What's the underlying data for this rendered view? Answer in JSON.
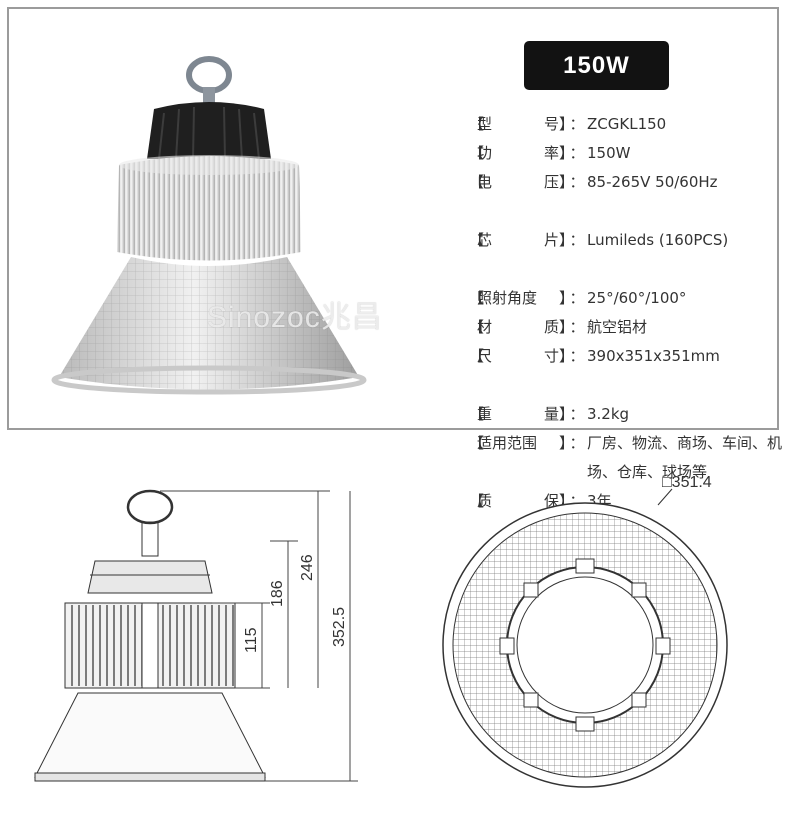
{
  "badge": "150W",
  "watermark": "Sinozoc兆昌",
  "specs": [
    {
      "label": [
        "型",
        "号"
      ],
      "value": "ZCGKL150"
    },
    {
      "label": [
        "功",
        "率"
      ],
      "value": "150W"
    },
    {
      "label": [
        "电",
        "压"
      ],
      "value": "85-265V  50/60Hz"
    },
    {
      "label": [
        "芯",
        "片"
      ],
      "value": "Lumileds (160PCS)"
    },
    {
      "label": [
        "照射角度"
      ],
      "value": "25°/60°/100°"
    },
    {
      "label": [
        "材",
        "质"
      ],
      "value": "航空铝材"
    },
    {
      "label": [
        "尺",
        "寸"
      ],
      "value": "390x351x351mm"
    },
    {
      "label": [
        "重",
        "量"
      ],
      "value": "3.2kg"
    },
    {
      "label": [
        "适用范围"
      ],
      "value": "厂房、物流、商场、车间、机场、仓库、球场等"
    },
    {
      "label": [
        "质",
        "保"
      ],
      "value": "3年"
    }
  ],
  "brackets": {
    "open": "【",
    "close": "】",
    "colon": "："
  },
  "side_dims": {
    "d1": "115",
    "d2": "186",
    "d3": "246",
    "d4": "352.5"
  },
  "front_dim": "□351.4"
}
